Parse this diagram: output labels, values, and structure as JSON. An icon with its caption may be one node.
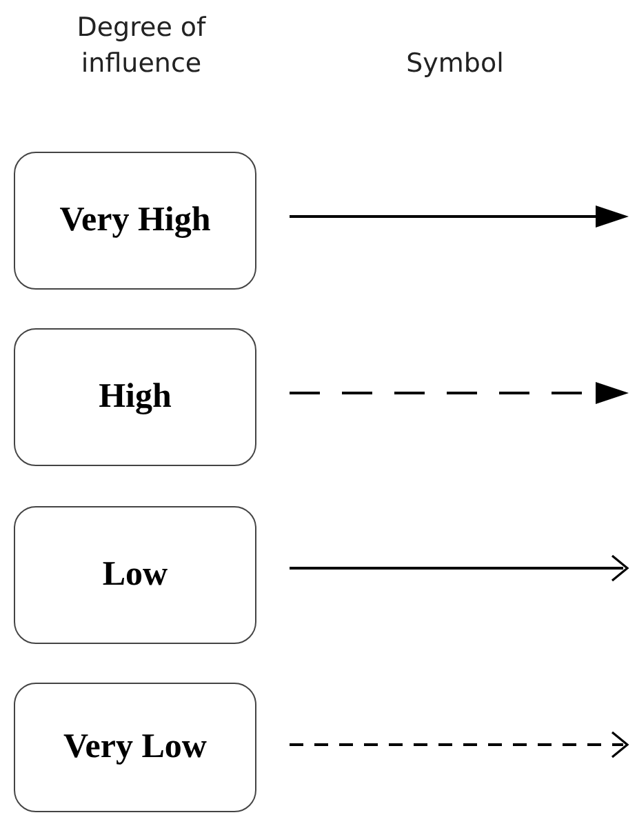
{
  "diagram": {
    "labels": [
      "Degree of influence",
      "Symbol"
    ],
    "legend": [
      {
        "text": "Very High"
      },
      {
        "text": "High"
      },
      {
        "text": "Low"
      },
      {
        "text": "Very Low"
      }
    ]
  }
}
